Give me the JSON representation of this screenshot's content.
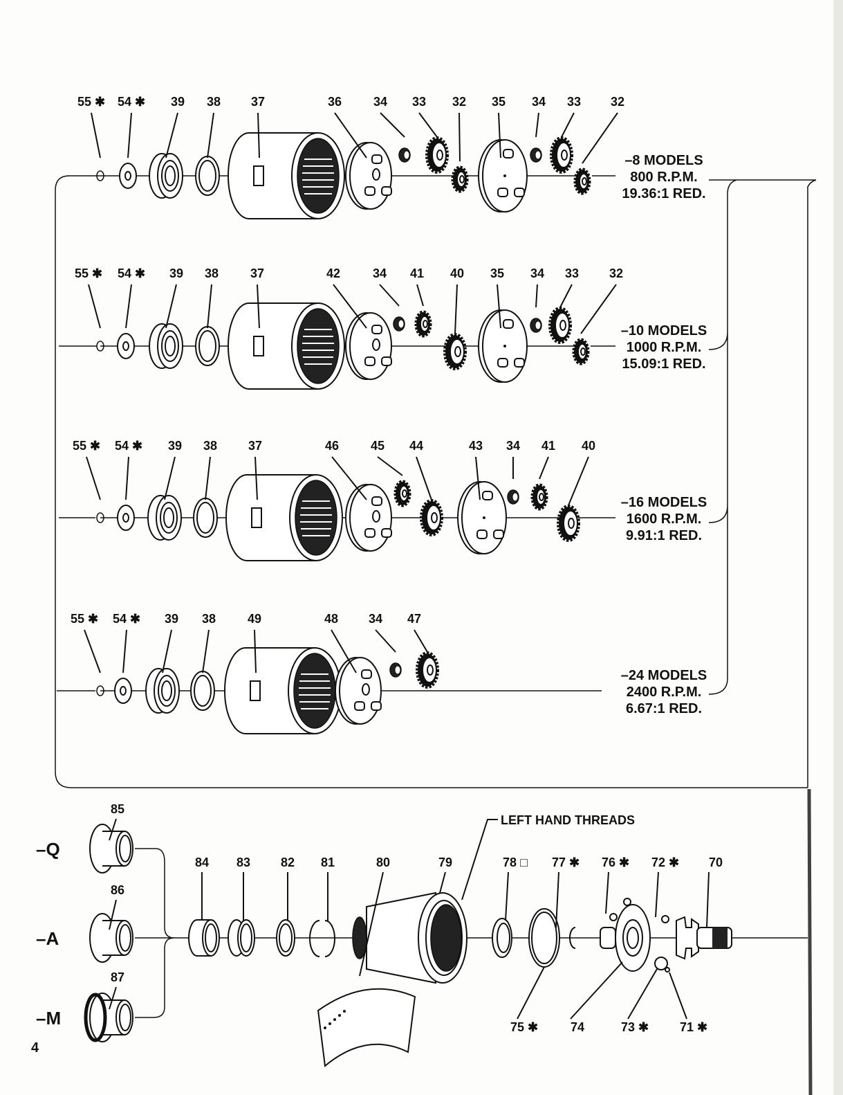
{
  "page": {
    "number": "4"
  },
  "colors": {
    "ink": "#111111",
    "paper": "#fdfdfb"
  },
  "rows": [
    {
      "model": "–8 MODELS",
      "rpm": "800 R.P.M.",
      "ratio": "19.36:1 RED.",
      "labels": [
        "55 ✱",
        "54 ✱",
        "39",
        "38",
        "37",
        "36",
        "34",
        "33",
        "32",
        "35",
        "34",
        "33",
        "32"
      ]
    },
    {
      "model": "–10 MODELS",
      "rpm": "1000 R.P.M.",
      "ratio": "15.09:1 RED.",
      "labels": [
        "55 ✱",
        "54 ✱",
        "39",
        "38",
        "37",
        "42",
        "34",
        "41",
        "40",
        "35",
        "34",
        "33",
        "32"
      ]
    },
    {
      "model": "–16 MODELS",
      "rpm": "1600 R.P.M.",
      "ratio": "9.91:1 RED.",
      "labels": [
        "55 ✱",
        "54 ✱",
        "39",
        "38",
        "37",
        "46",
        "45",
        "44",
        "43",
        "34",
        "41",
        "40"
      ]
    },
    {
      "model": "–24 MODELS",
      "rpm": "2400 R.P.M.",
      "ratio": "6.67:1 RED.",
      "labels": [
        "55 ✱",
        "54 ✱",
        "39",
        "38",
        "49",
        "48",
        "34",
        "47"
      ]
    }
  ],
  "bottom": {
    "variants": [
      {
        "name": "–Q",
        "part": "85"
      },
      {
        "name": "–A",
        "part": "86"
      },
      {
        "name": "–M",
        "part": "87"
      }
    ],
    "top_labels": [
      "84",
      "83",
      "82",
      "81",
      "80",
      "79",
      "78 □",
      "77 ✱",
      "76 ✱",
      "72 ✱",
      "70"
    ],
    "bottom_labels": [
      "75 ✱",
      "74",
      "73 ✱",
      "71 ✱"
    ],
    "callout": "LEFT HAND THREADS"
  }
}
